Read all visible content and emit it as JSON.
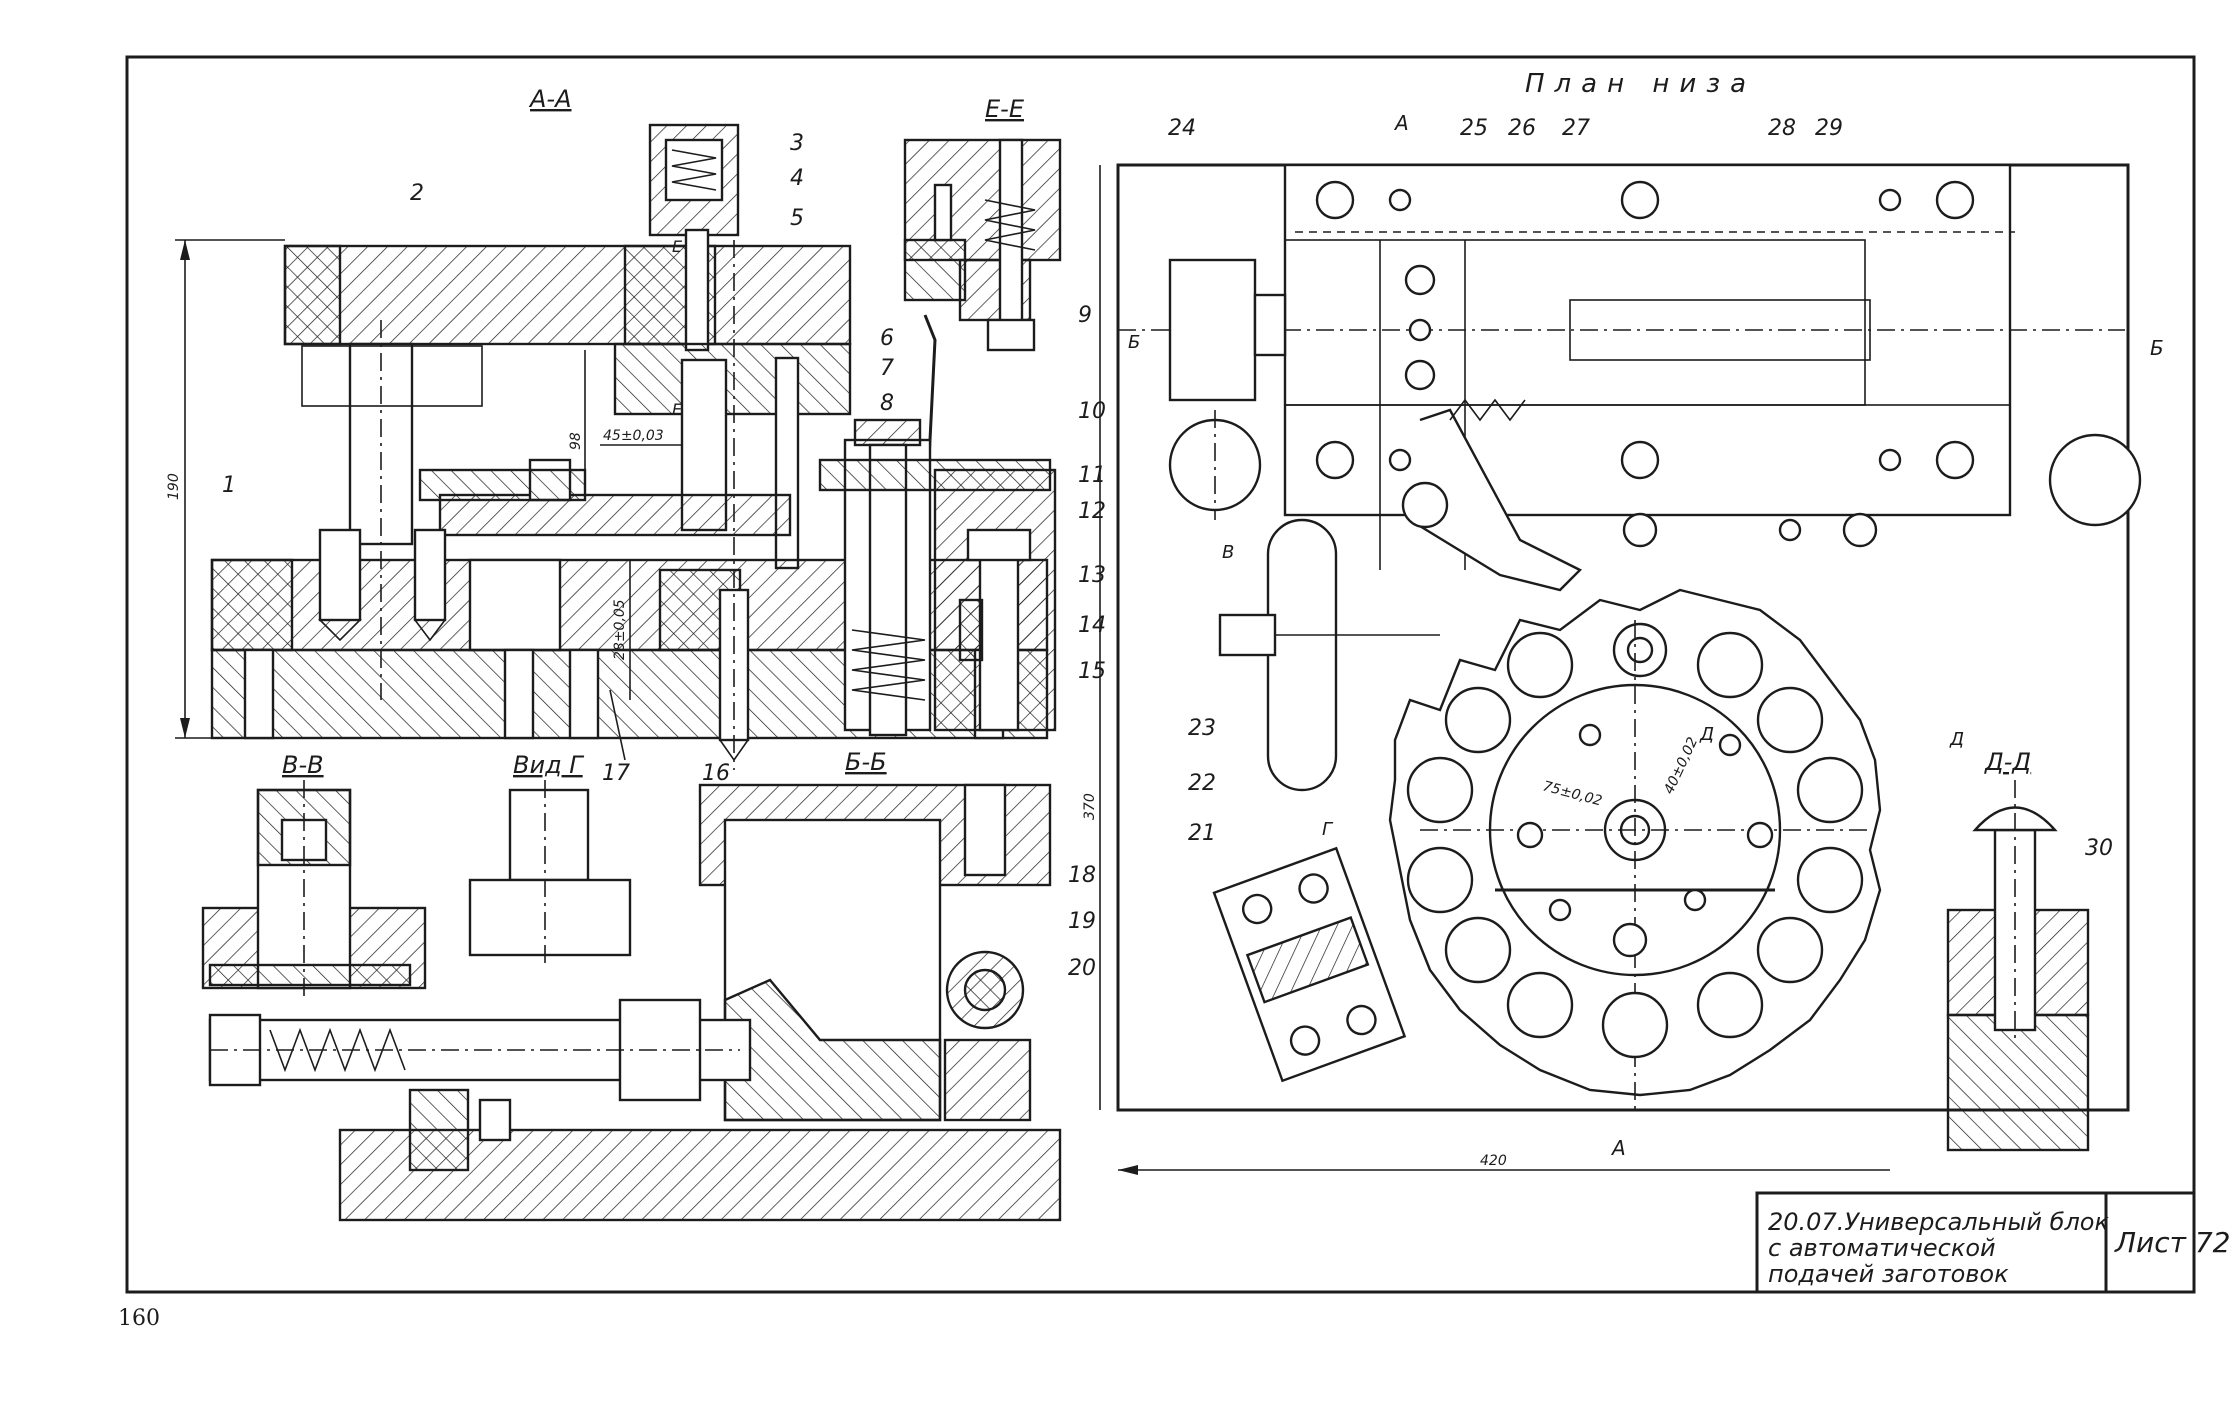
{
  "drawing": {
    "page_number": "160",
    "plan_title": "План низа",
    "section_labels": {
      "aa": "А-А",
      "ee": "Е-Е",
      "vv": "В-В",
      "vid_g": "Вид Г",
      "bb": "Б-Б",
      "dd": "Д-Д"
    },
    "cut_marks": [
      "А",
      "А",
      "Б",
      "Б",
      "В",
      "Г",
      "Д",
      "Д",
      "Е",
      "Е"
    ],
    "dimensions": {
      "overall_height": "190",
      "guide_height": "98",
      "offset_1": "45±0,03",
      "offset_2": "28±0,05",
      "plan_width": "420",
      "plan_height": "370",
      "radius_1": "75±0,02",
      "radius_2": "40±0,02"
    },
    "callouts": [
      "1",
      "2",
      "3",
      "4",
      "5",
      "6",
      "7",
      "8",
      "9",
      "10",
      "11",
      "12",
      "13",
      "14",
      "15",
      "16",
      "17",
      "18",
      "19",
      "20",
      "21",
      "22",
      "23",
      "24",
      "25",
      "26",
      "27",
      "28",
      "29",
      "30"
    ]
  },
  "title_block": {
    "title_line1": "20.07.Универсальный блок",
    "title_line2": "с автоматической",
    "title_line3": "подачей заготовок",
    "sheet": "Лист 72"
  }
}
